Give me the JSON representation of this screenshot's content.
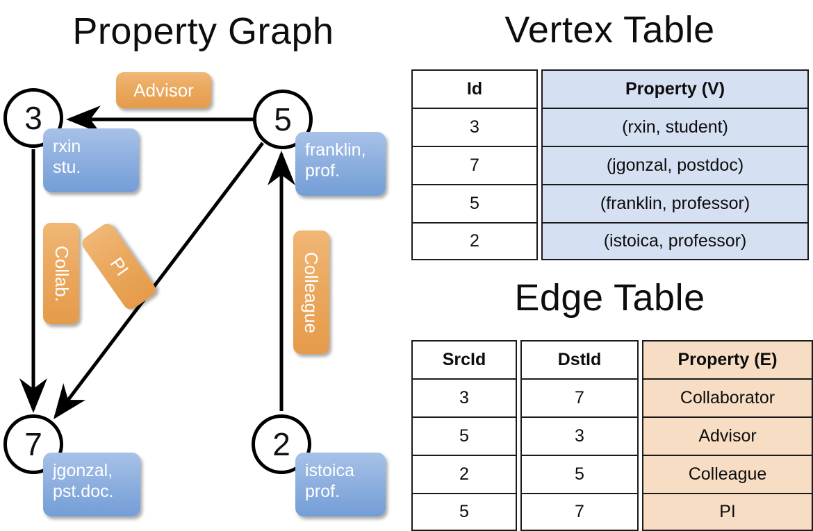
{
  "titles": {
    "property_graph": "Property Graph",
    "vertex_table": "Vertex Table",
    "edge_table": "Edge Table"
  },
  "graph": {
    "vertices": [
      {
        "id": "3",
        "property": "rxin\nstu.",
        "name": "rxin",
        "role": "stu."
      },
      {
        "id": "5",
        "property": "franklin,\nprof.",
        "name": "franklin,",
        "role": "prof."
      },
      {
        "id": "7",
        "property": "jgonzal,\npst.doc.",
        "name": "jgonzal,",
        "role": "pst.doc."
      },
      {
        "id": "2",
        "property": "istoica\nprof.",
        "name": "istoica",
        "role": "prof."
      }
    ],
    "edge_labels": [
      {
        "key": "advisor",
        "label": "Advisor",
        "from": "5",
        "to": "3"
      },
      {
        "key": "collab",
        "label": "Collab.",
        "from": "3",
        "to": "7"
      },
      {
        "key": "pi",
        "label": "PI",
        "from": "5",
        "to": "7"
      },
      {
        "key": "colleague",
        "label": "Colleague",
        "from": "2",
        "to": "5"
      }
    ],
    "vertex_labels": {
      "v3_line1": "rxin",
      "v3_line2": "stu.",
      "v5_line1": "franklin,",
      "v5_line2": "prof.",
      "v7_line1": "jgonzal,",
      "v7_line2": "pst.doc.",
      "v2_line1": "istoica",
      "v2_line2": "prof."
    }
  },
  "vertex_table": {
    "headers": [
      "Id",
      "Property (V)"
    ],
    "rows": [
      {
        "id": "3",
        "property": "(rxin, student)"
      },
      {
        "id": "7",
        "property": "(jgonzal, postdoc)"
      },
      {
        "id": "5",
        "property": "(franklin, professor)"
      },
      {
        "id": "2",
        "property": "(istoica, professor)"
      }
    ]
  },
  "edge_table": {
    "headers": [
      "SrcId",
      "DstId",
      "Property (E)"
    ],
    "rows": [
      {
        "src": "3",
        "dst": "7",
        "property": "Collaborator"
      },
      {
        "src": "5",
        "dst": "3",
        "property": "Advisor"
      },
      {
        "src": "2",
        "dst": "5",
        "property": "Colleague"
      },
      {
        "src": "5",
        "dst": "7",
        "property": "PI"
      }
    ]
  },
  "colors": {
    "vertex_property_blue": "#8fb0e0",
    "edge_property_orange": "#eaa75c",
    "table_blue_fill": "#d5e0f2",
    "table_orange_fill": "#f7ddc3",
    "stroke": "#000000",
    "background": "#ffffff"
  }
}
